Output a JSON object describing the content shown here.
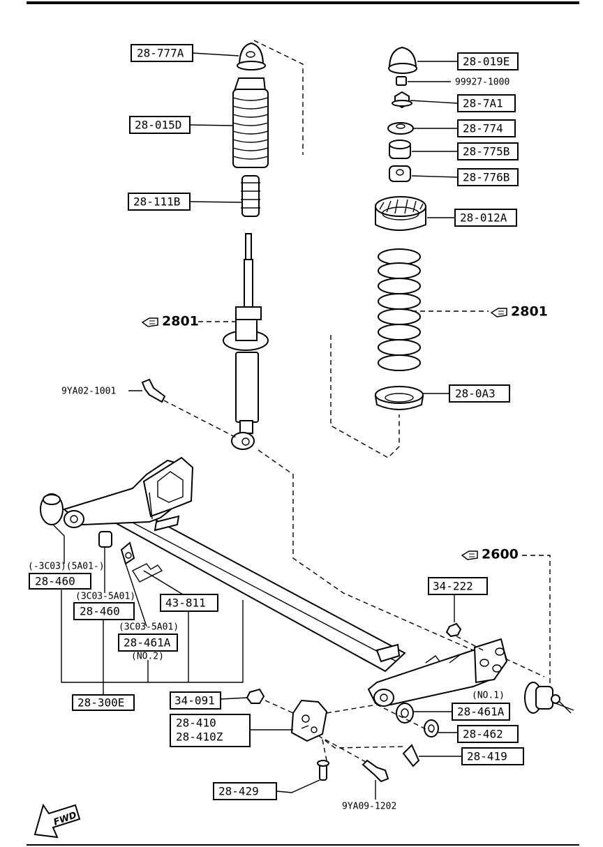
{
  "labels": {
    "l28_777A": "28-777A",
    "l28_015D": "28-015D",
    "l28_111B": "28-111B",
    "l28_019E": "28-019E",
    "l99927": "99927-1000",
    "l28_7A1": "28-7A1",
    "l28_774": "28-774",
    "l28_775B": "28-775B",
    "l28_776B": "28-776B",
    "l28_012A": "28-012A",
    "l28_0A3": "28-0A3",
    "l9YA02": "9YA02-1001",
    "ref2801_left": "2801",
    "ref2801_right": "2801",
    "ref2600": "2600",
    "note_3c03_5a01": "(-3C03)(5A01-)",
    "l28_460_a": "28-460",
    "note_3c03_5a01_b": "(3C03-5A01)",
    "l28_460_b": "28-460",
    "note_3c03_5a01_c": "(3C03-5A01)",
    "l28_461A_no2": "28-461A",
    "note_no2": "(NO.2)",
    "l43_811": "43-811",
    "l34_222": "34-222",
    "l28_300E": "28-300E",
    "l34_091": "34-091",
    "l28_410": "28-410",
    "l28_410Z": "28-410Z",
    "note_no1": "(NO.1)",
    "l28_461A_no1": "28-461A",
    "l28_462": "28-462",
    "l28_419": "28-419",
    "l28_429": "28-429",
    "l9YA09": "9YA09-1202",
    "fwd": "FWD"
  },
  "icons": [
    "hand-pointer-icon",
    "fwd-arrow-icon"
  ]
}
